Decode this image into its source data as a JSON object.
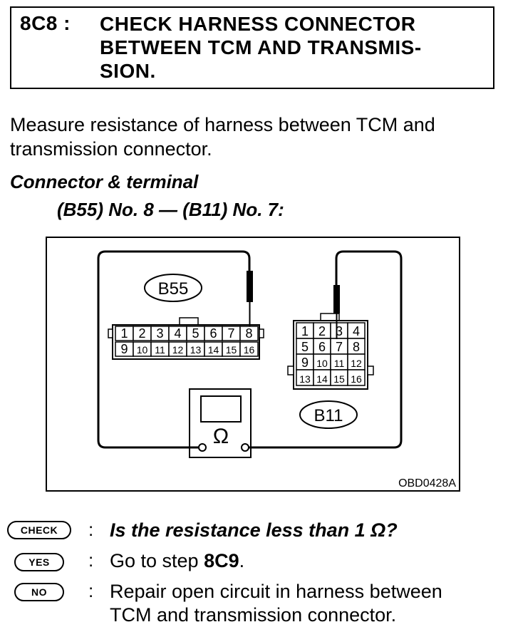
{
  "step": {
    "number": "8C8 :",
    "title_lines": [
      "CHECK HARNESS CONNECTOR",
      "BETWEEN TCM AND TRANSMIS-",
      "SION."
    ]
  },
  "intro_lines": [
    "Measure resistance of harness between TCM and",
    "transmission connector."
  ],
  "connector": {
    "heading": "Connector & terminal",
    "detail": "(B55) No. 8 — (B11) No. 7:"
  },
  "diagram": {
    "b55_label": "B55",
    "b55_top_pins": [
      "1",
      "2",
      "3",
      "4",
      "5",
      "6",
      "7",
      "8"
    ],
    "b55_bottom_pins": [
      "9",
      "10",
      "11",
      "12",
      "13",
      "14",
      "15",
      "16"
    ],
    "b11_label": "B11",
    "b11_rows": [
      [
        "1",
        "2",
        "3",
        "4"
      ],
      [
        "5",
        "6",
        "7",
        "8"
      ],
      [
        "9",
        "10",
        "11",
        "12"
      ],
      [
        "13",
        "14",
        "15",
        "16"
      ]
    ],
    "meter_symbol": "Ω",
    "figure_code": "OBD0428A"
  },
  "checks": {
    "check_badge": "CHECK",
    "check_question": "Is the resistance less than 1 Ω?",
    "yes_badge": "YES",
    "yes_prefix": "Go to step ",
    "yes_step": "8C9",
    "yes_suffix": ".",
    "no_badge": "NO",
    "no_lines": [
      "Repair open circuit in harness between",
      "TCM and transmission connector."
    ]
  }
}
